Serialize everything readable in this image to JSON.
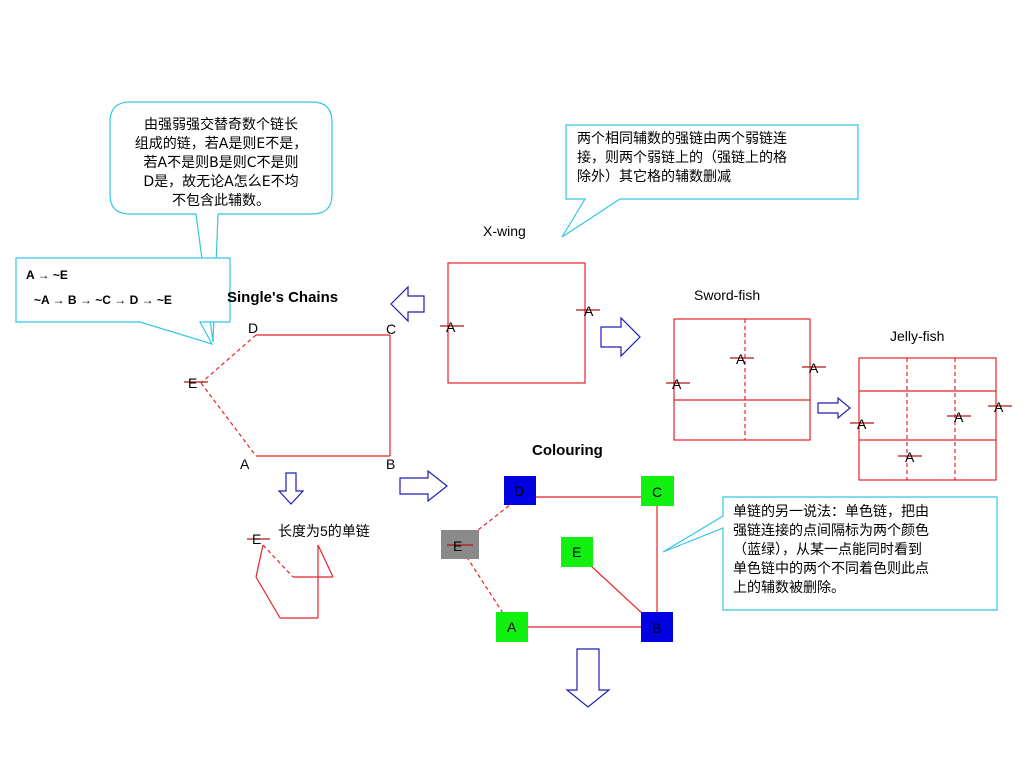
{
  "callouts": {
    "odd_chain": [
      "由强弱强交替奇数个链长",
      "组成的链，若A是则E不是，",
      "若A不是则B是则C不是则",
      "D是，故无论A怎么E不均",
      "不包含此辅数。"
    ],
    "xwing_note": [
      "两个相同辅数的强链由两个弱链连",
      "接，则两个弱链上的（强链上的格",
      "除外）其它格的辅数删减"
    ],
    "chain_rule": [
      "A → ~E",
      "~A → B → ~C → D → ~E"
    ],
    "colouring_note": [
      "单链的另一说法：单色链，把由",
      "强链连接的点间隔标为两个颜色",
      "（蓝绿），从某一点能同时看到",
      "单色链中的两个不同着色则此点",
      "上的辅数被删除。"
    ]
  },
  "titles": {
    "single_chains": "Single's Chains",
    "xwing": "X-wing",
    "swordfish": "Sword-fish",
    "jellyfish": "Jelly-fish",
    "colouring": "Colouring",
    "chain_length": "长度为5的单链"
  },
  "single_chain_nodes": {
    "d": "D",
    "c": "C",
    "e": "E",
    "a": "A",
    "b": "B"
  },
  "length5_node": "E",
  "xwing_marks": [
    "A",
    "A"
  ],
  "swordfish_marks": [
    "A",
    "A",
    "A"
  ],
  "jellyfish_marks": [
    "A",
    "A",
    "A",
    "A"
  ],
  "colouring_nodes": {
    "d": "D",
    "c": "C",
    "e_grey": "E",
    "e_green": "E",
    "a": "A",
    "b": "B"
  },
  "colors": {
    "line_red": "#e8222a",
    "arrow_blue": "#1f1fb4",
    "callout_cyan": "#33c7e6",
    "node_blue": "#0000e0",
    "node_green": "#11f011",
    "node_grey": "#8a8a8a"
  }
}
